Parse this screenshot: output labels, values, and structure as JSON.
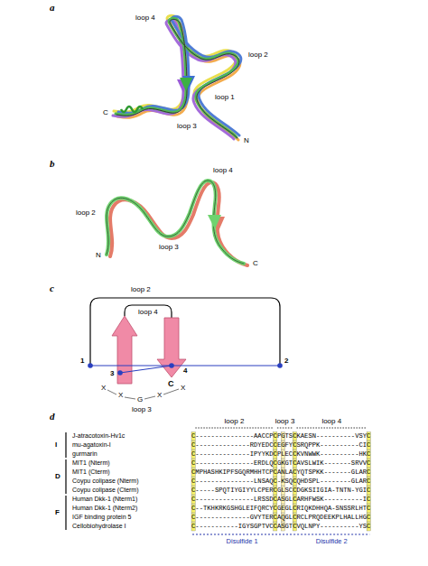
{
  "diagram": {
    "labels": [
      "a",
      "loop 4",
      "loop 2",
      "loop 1",
      "loop 3",
      "C",
      "N",
      "b",
      "loop 4",
      "loop 2",
      "N",
      "loop 3",
      "C",
      "c",
      "loop 2",
      "loop 4",
      "1",
      "3",
      "4",
      "2",
      "X",
      "X",
      "G",
      "X",
      "X",
      "loop 3",
      "C",
      "d",
      "loop 2",
      "loop 3",
      "loop 4",
      "I",
      "D",
      "F",
      "J-atracotoxin-Hv1c",
      "mu-agatoxin-I",
      "gurmarin",
      "MIT1 (Nterm)",
      "MIT1 (Cterm)",
      "Coypu colipase (Nterm)",
      "Coypu colipase (Cterm)",
      "Human Dkk-1 (Nterm1)",
      "Human Dkk-1 (Nterm2)",
      "IGF binding protein 5",
      "Cellobiohydrolase I",
      "C---------------AACCPCPGTSCKAESN----------VSYC",
      "C--------------RDYEDCCEGFYCSRQPPK----------CIC",
      "C--------------IPYYKDCPLECCKVNWWK----------HKC",
      "C---------------ERDLQCGKGTCAVSLWIK-------SRVVC",
      "CMPHASHKIPFSGQRMHHTCPCANLACYQTSPKK-------GLARC",
      "C---------------LNSAQC-KSQCQHDSPL--------GLARC",
      "C-----SPQTIYGIYYLCPERCGLSCCDGKSIIGIA-TNTN-YGIC",
      "C---------------LRSSDCASGLCARHFWSK----------IC",
      "C--TKHKRKGSHGLEIFQRCYCGEGLCRIQKDHHQA-SNSSRLHTC",
      "C--------------GVYTERCAQGLCRCLPRQDEEKPLHALLHGC",
      "C-----------IGYSGPTVCCASGTCVQLNPY----------YSC",
      "Disulfide 1",
      "Disulfide 2"
    ]
  }
}
